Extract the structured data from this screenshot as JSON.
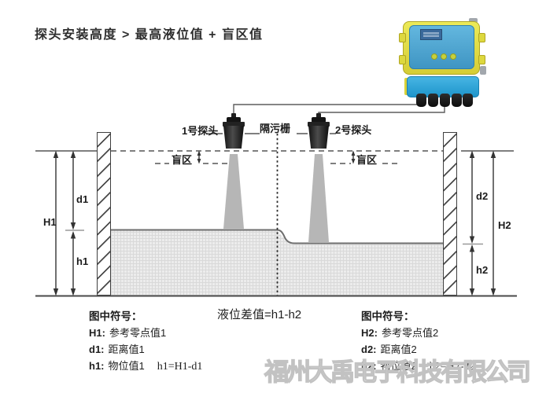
{
  "title": "探头安装高度 > 最高液位值 + 盲区值",
  "probes": {
    "probe1_label": "1号探头",
    "grid_label": "隔污栅",
    "probe2_label": "2号探头"
  },
  "blind_zone": {
    "left_label": "盲区",
    "right_label": "盲区"
  },
  "dims": {
    "H1": "H1",
    "d1": "d1",
    "h1": "h1",
    "H2": "H2",
    "d2": "d2",
    "h2": "h2"
  },
  "level_diff": "液位差值=h1-h2",
  "legend_left": {
    "heading": "图中符号：",
    "items": [
      {
        "key": "H1:",
        "text": "参考零点值1",
        "formula": ""
      },
      {
        "key": "d1:",
        "text": "距离值1",
        "formula": ""
      },
      {
        "key": "h1:",
        "text": "物位值1",
        "formula": "h1=H1-d1"
      }
    ]
  },
  "legend_right": {
    "heading": "图中符号：",
    "items": [
      {
        "key": "H2:",
        "text": "参考零点值2",
        "formula": ""
      },
      {
        "key": "d2:",
        "text": "距离值2",
        "formula": ""
      },
      {
        "key": "h2:",
        "text": "物位值2",
        "formula": "h2=H2-d2"
      }
    ]
  },
  "watermark": "福州大禹电子科技有限公司",
  "colors": {
    "case_yellow": "#d8d23a",
    "panel_blue": "#4ea6d2",
    "box_blue": "#2ea4d8",
    "button_yellow": "#c6d03e",
    "beam_gray": "#b5b5b5",
    "line_dark": "#555555",
    "water_fill": "#ececec",
    "watermark_gray": "#c2c2c2"
  }
}
